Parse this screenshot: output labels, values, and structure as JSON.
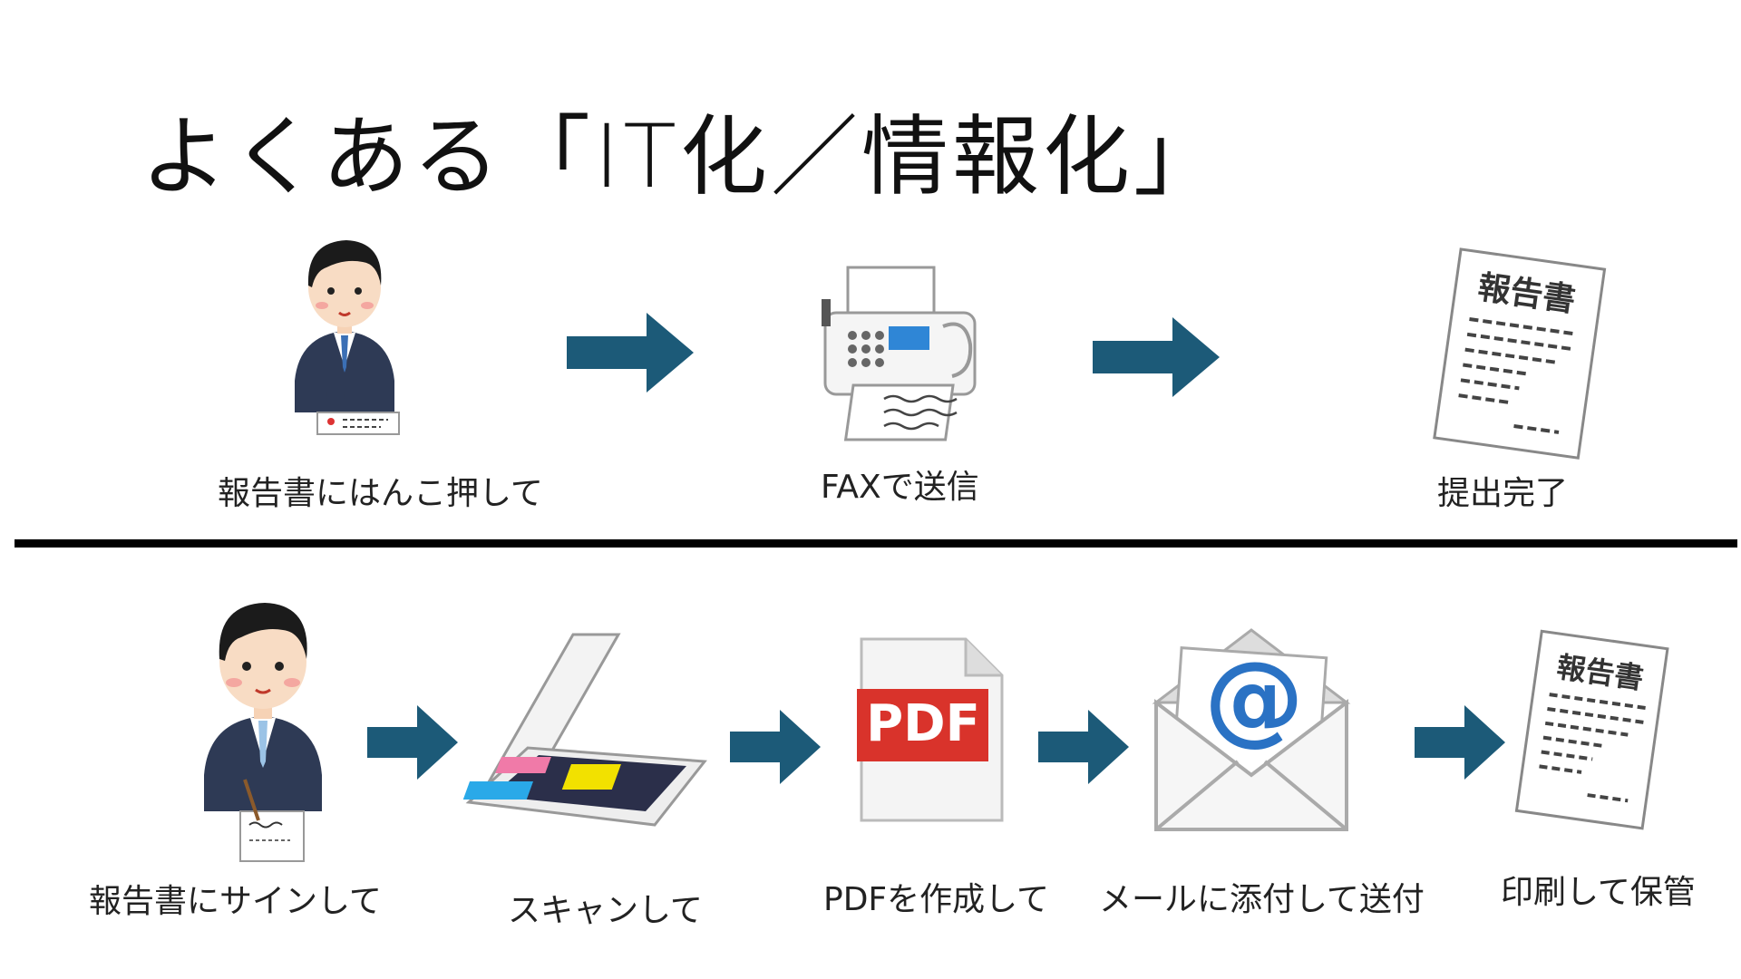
{
  "title": "よくある「IT化／情報化」",
  "colors": {
    "arrow": "#1c5a78",
    "divider": "#000000",
    "suit": "#2e3a55",
    "pdf_red": "#d9332b",
    "at_blue": "#2a72c4"
  },
  "top_flow": {
    "steps": [
      {
        "icon": "businessman-stamping-icon",
        "caption": "報告書にはんこ押して"
      },
      {
        "icon": "fax-machine-icon",
        "caption": "FAXで送信"
      },
      {
        "icon": "report-document-icon",
        "caption": "提出完了",
        "doc_title": "報告書"
      }
    ]
  },
  "bottom_flow": {
    "steps": [
      {
        "icon": "businessman-signing-icon",
        "caption": "報告書にサインして"
      },
      {
        "icon": "scanner-icon",
        "caption": "スキャンして"
      },
      {
        "icon": "pdf-file-icon",
        "caption": "PDFを作成して",
        "badge": "PDF"
      },
      {
        "icon": "email-envelope-icon",
        "caption": "メールに添付して送付",
        "symbol": "@"
      },
      {
        "icon": "report-document-icon",
        "caption": "印刷して保管",
        "doc_title": "報告書"
      }
    ]
  }
}
